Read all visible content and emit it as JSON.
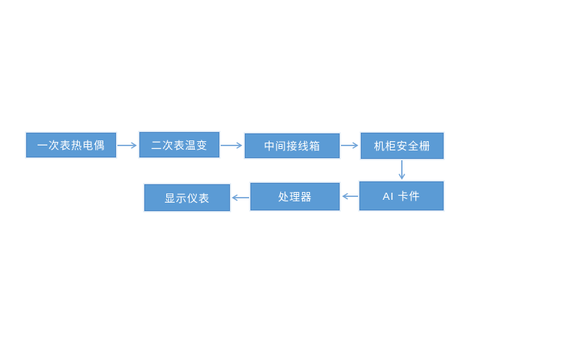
{
  "diagram": {
    "type": "flowchart",
    "nodes": [
      {
        "id": "primary-thermocouple",
        "label": "一次表热电偶"
      },
      {
        "id": "secondary-temp-transmitter",
        "label": "二次表温变"
      },
      {
        "id": "intermediate-junction-box",
        "label": "中间接线箱"
      },
      {
        "id": "cabinet-safety-barrier",
        "label": "机柜安全栅"
      },
      {
        "id": "ai-card",
        "label": "AI 卡件"
      },
      {
        "id": "processor",
        "label": "处理器"
      },
      {
        "id": "display-instrument",
        "label": "显示仪表"
      }
    ],
    "edges": [
      {
        "from": "一次表热电偶",
        "to": "二次表温变",
        "direction": "right"
      },
      {
        "from": "二次表温变",
        "to": "中间接线箱",
        "direction": "right"
      },
      {
        "from": "中间接线箱",
        "to": "机柜安全栅",
        "direction": "right"
      },
      {
        "from": "机柜安全栅",
        "to": "AI 卡件",
        "direction": "down"
      },
      {
        "from": "AI 卡件",
        "to": "处理器",
        "direction": "left"
      },
      {
        "from": "处理器",
        "to": "显示仪表",
        "direction": "left"
      }
    ]
  },
  "colors": {
    "background": "#ffffff",
    "box_fill": "#5B9BD5",
    "box_border": "#4a86c5",
    "box_halo": "#dbe8f5",
    "arrow": "#6fa3d8",
    "text": "#ffffff"
  }
}
